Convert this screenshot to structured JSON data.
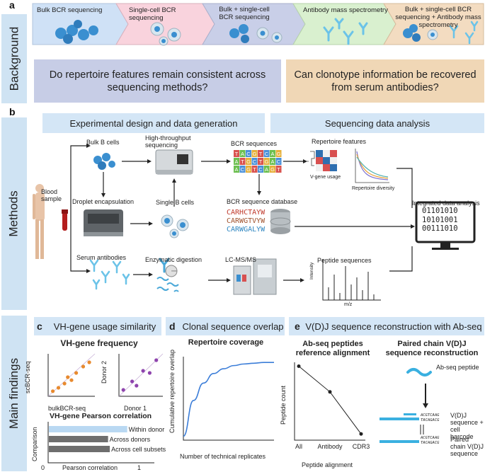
{
  "panels": {
    "a": "a",
    "b": "b",
    "c": "c",
    "d": "d",
    "e": "e"
  },
  "side_labels": {
    "background": "Background",
    "methods": "Methods",
    "main_findings": "Main findings"
  },
  "background": {
    "steps": [
      {
        "label": "Bulk BCR sequencing",
        "color": "#cfe1f6"
      },
      {
        "label": "Single-cell BCR sequencing",
        "color": "#f9d3dd"
      },
      {
        "label": "Bulk + single-cell BCR sequencing",
        "color": "#c9cfe8"
      },
      {
        "label": "Antibody mass spectrometry",
        "color": "#d9f0cf"
      },
      {
        "label": "Bulk + single-cell BCR sequencing + Antibody mass spectrometry",
        "color": "#f3dcc1"
      }
    ],
    "question_left": "Do repertoire features remain consistent across sequencing methods?",
    "question_right": "Can clonotype information be recovered from serum antibodies?",
    "question_left_color": "#c7cde6",
    "question_right_color": "#f0d7b6"
  },
  "methods": {
    "header_left": "Experimental design and data generation",
    "header_right": "Sequencing data analysis",
    "blood_sample": "Blood sample",
    "bulk_b_cells": "Bulk B cells",
    "high_throughput": "High-throughput sequencing",
    "bcr_sequences": "BCR sequences",
    "bcr_letters": [
      "T",
      "A",
      "C",
      "G",
      "T",
      "C",
      "A",
      "G",
      "A",
      "T",
      "G",
      "C",
      "T",
      "G",
      "A",
      "C",
      "A",
      "C",
      "G",
      "T",
      "C",
      "A",
      "G",
      "T"
    ],
    "repertoire_features": "Repertoire features",
    "v_gene_usage": "V-gene usage",
    "repertoire_diversity": "Repertoire diversity",
    "droplet_encapsulation": "Droplet encapsulation",
    "single_b_cells": "Single B cells",
    "bcr_database": "BCR sequence database",
    "cdr_seqs": [
      {
        "text": "CARHCTAYW",
        "color": "#c0392b"
      },
      {
        "text": "CARWGTVYW",
        "color": "#a0522d"
      },
      {
        "text": "CARWGALYW",
        "color": "#2e86c1"
      }
    ],
    "integrated": "Integrated data analysis",
    "binary": [
      "01101010",
      "10101001",
      "00111010"
    ],
    "serum_antibodies": "Serum antibodies",
    "enzymatic_digestion": "Enzymatic digestion",
    "lcms": "LC-MS/MS",
    "peptide_sequences": "Peptide sequences",
    "intensity": "Intensity",
    "mz": "m/z"
  },
  "findings": {
    "c_title": "VH-gene usage similarity",
    "c_freq_title": "VH-gene frequency",
    "c_plot1_y": "scBCR-seq",
    "c_plot1_x": "bulkBCR-seq",
    "c_plot2_y": "Donor 2",
    "c_plot2_x": "Donor 1",
    "c_pearson_title": "VH-gene Pearson correlation",
    "c_bar_y": "Comparison",
    "c_bar_x": "Pearson correlation",
    "c_axis_min": "0",
    "c_axis_max": "1",
    "d_title": "Clonal sequence overlap",
    "d_subtitle": "Repertoire coverage",
    "d_y": "Cumulative repertoire overlap",
    "d_x": "Number of technical replicates",
    "e_title": "V(D)J sequence reconstruction with Ab-seq",
    "e_left_title": "Ab-seq peptides reference alignment",
    "e_left_y": "Peptide count",
    "e_left_x": "Peptide alignment",
    "e_right_title": "Paired chain V(D)J sequence reconstruction",
    "e_abseq_peptide": "Ab-seq peptide",
    "e_vdj_barcode": "V(D)J sequence + cell barcode",
    "e_paired": "Paired chain V(D)J sequence",
    "e_seq_top": "ACGTCAAG",
    "e_seq_bottom": "TACAGACG"
  },
  "chart_data": [
    {
      "type": "scatter",
      "xlabel": "bulkBCR-seq",
      "ylabel": "scBCR-seq",
      "x": [
        0.1,
        0.22,
        0.35,
        0.42,
        0.5,
        0.6,
        0.75,
        0.88
      ],
      "y": [
        0.12,
        0.2,
        0.3,
        0.45,
        0.38,
        0.55,
        0.7,
        0.8
      ],
      "color": "#e88a2e"
    },
    {
      "type": "scatter",
      "xlabel": "Donor 1",
      "ylabel": "Donor 2",
      "x": [
        0.1,
        0.3,
        0.4,
        0.55,
        0.7,
        0.85
      ],
      "y": [
        0.15,
        0.35,
        0.25,
        0.6,
        0.55,
        0.85
      ],
      "color": "#8e44ad"
    },
    {
      "type": "bar",
      "title": "VH-gene Pearson correlation",
      "xlabel": "Pearson correlation",
      "ylabel": "Comparison",
      "categories": [
        "Within donor",
        "Across donors",
        "Across cell subsets"
      ],
      "values": [
        0.9,
        0.68,
        0.7
      ],
      "colors": [
        "#b9d8f2",
        "#6e6e6e",
        "#6e6e6e"
      ],
      "xlim": [
        0,
        1
      ]
    },
    {
      "type": "line",
      "title": "Repertoire coverage",
      "xlabel": "Number of technical replicates",
      "ylabel": "Cumulative repertoire overlap",
      "x": [
        1,
        2,
        3,
        4,
        5,
        6,
        7,
        8,
        9,
        10
      ],
      "y": [
        0.05,
        0.5,
        0.72,
        0.84,
        0.9,
        0.94,
        0.96,
        0.97,
        0.98,
        0.98
      ],
      "color": "#3b7dd8"
    },
    {
      "type": "line",
      "title": "Ab-seq peptides reference alignment",
      "xlabel": "Peptide alignment",
      "ylabel": "Peptide count",
      "categories": [
        "All",
        "Antibody",
        "CDR3"
      ],
      "values": [
        0.95,
        0.62,
        0.08
      ]
    }
  ]
}
